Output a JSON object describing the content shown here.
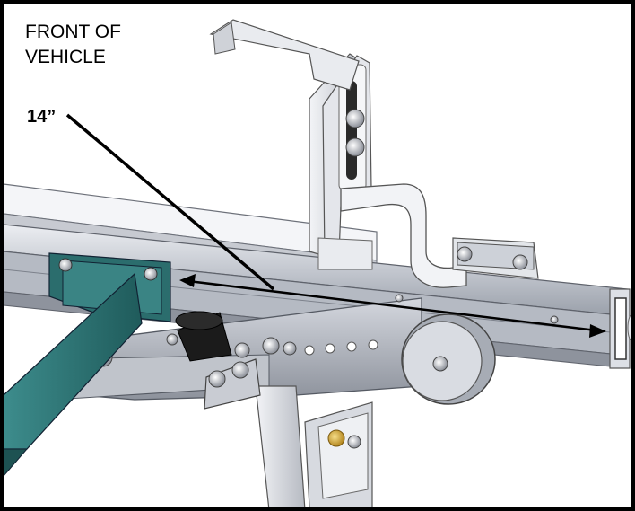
{
  "labels": {
    "front_line1": "FRONT OF",
    "front_line2": "VEHICLE",
    "dimension": "14”"
  },
  "colors": {
    "border": "#000000",
    "rail": "#c9ccd3",
    "rail_dark": "#8f939c",
    "bracket": "#b9bcc4",
    "teal_arm": "#2f7878",
    "bumper": "#1a1a1a",
    "brass_nut": "#c8a23a",
    "arrow": "#000000"
  }
}
